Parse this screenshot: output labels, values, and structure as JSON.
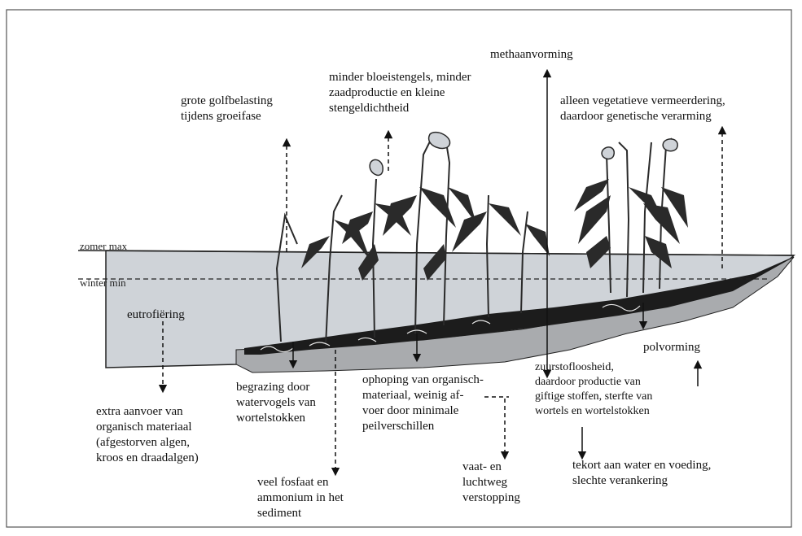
{
  "levels": {
    "summer": "zomer max",
    "winter": "winter min"
  },
  "labels": {
    "waves": [
      "grote golfbelasting",
      "tijdens groeifase"
    ],
    "flower": [
      "minder bloeistengels, minder",
      "zaadproductie en kleine",
      "stengeldichtheid"
    ],
    "methane": [
      "methaanvorming"
    ],
    "vegetative": [
      "alleen vegetatieve vermeerdering,",
      "daardoor genetische verarming"
    ],
    "eutro": [
      "eutrofiëring"
    ],
    "extra": [
      "extra aanvoer van",
      "organisch materiaal",
      "(afgestorven algen,",
      "kroos en draadalgen)"
    ],
    "grazing": [
      "begrazing door",
      "watervogels van",
      "wortelstokken"
    ],
    "phosphate": [
      "veel fosfaat en",
      "ammonium in het",
      "sediment"
    ],
    "accumulation": [
      "ophoping van organisch-",
      "materiaal, weinig af-",
      "voer door minimale",
      "peilverschillen"
    ],
    "vessel": [
      "vaat- en",
      "luchtweg",
      "verstopping"
    ],
    "oxygen": [
      "zuurstofloosheid,",
      "daardoor productie van",
      "giftige stoffen, sterfte van",
      "wortels en wortelstokken"
    ],
    "clump": [
      "polvorming"
    ],
    "shortage": [
      "tekort aan water en voeding,",
      "slechte verankering"
    ]
  },
  "colors": {
    "water": "#cfd3d8",
    "sediment": "#1c1c1c",
    "subsoil": "#a9abae",
    "line": "#111111"
  }
}
